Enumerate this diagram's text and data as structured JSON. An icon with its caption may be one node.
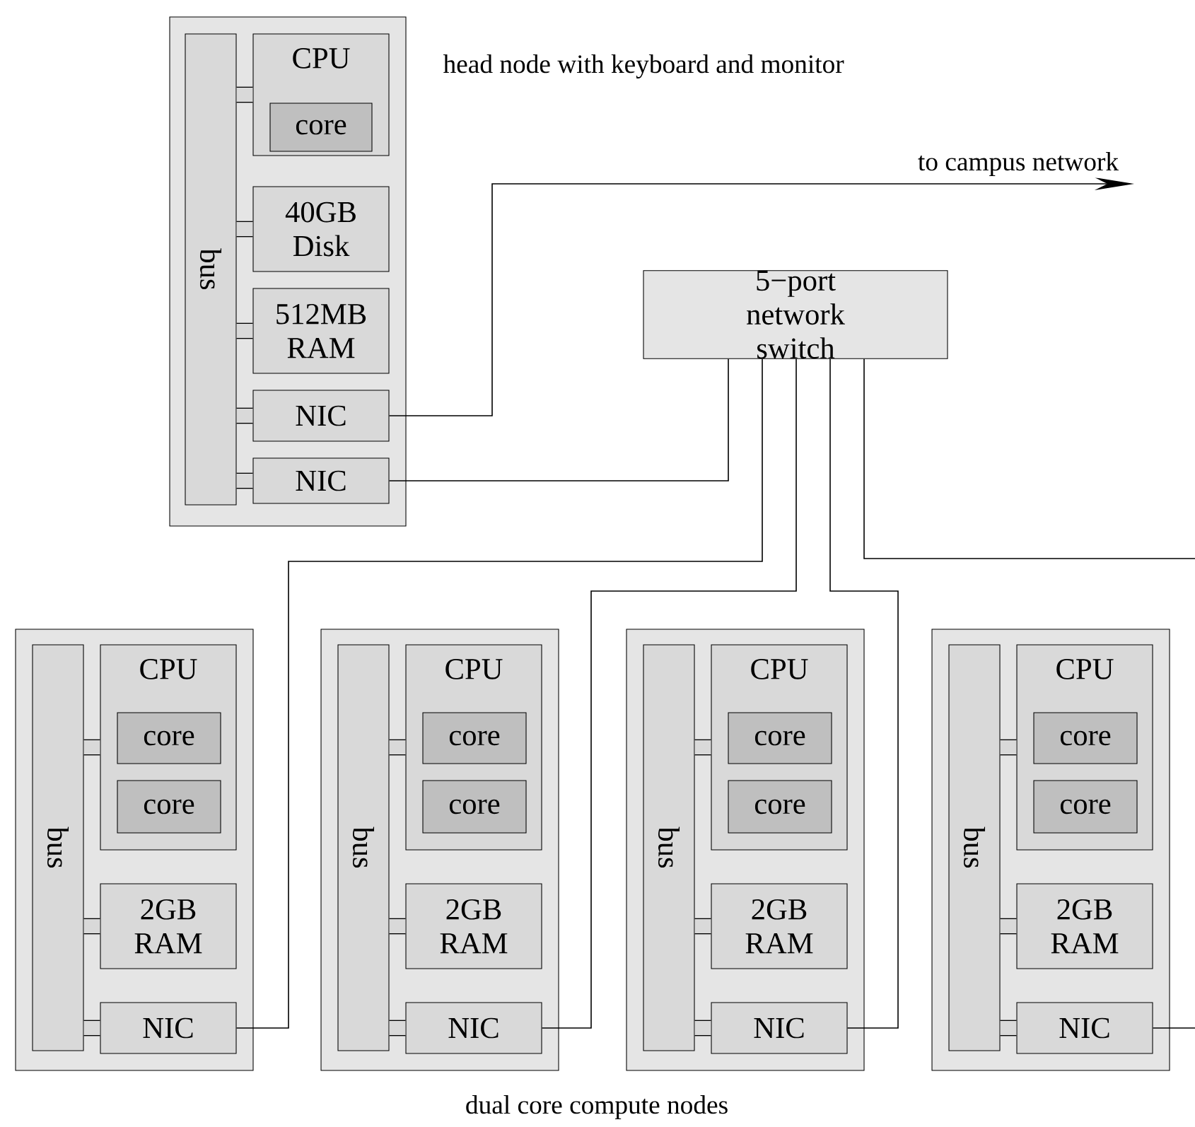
{
  "diagram": {
    "nodes": [
      {
        "text": [],
        "shape": "box",
        "beside": [
          "head node with keyboard and monitor"
        ]
      },
      {
        "text": [
          "bus"
        ],
        "in": 0
      },
      {
        "text": [
          "CPU"
        ],
        "in": 0
      },
      {
        "text": [
          "core"
        ],
        "in": 2
      },
      {
        "text": [
          "40GB Disk"
        ],
        "in": 0
      },
      {
        "text": [
          "512MB RAM"
        ],
        "in": 0
      },
      {
        "text": [
          "NIC"
        ],
        "in": 0
      },
      {
        "text": [
          "NIC"
        ],
        "in": 0
      },
      {
        "text": [
          "5−port network switch"
        ]
      },
      {
        "text": [],
        "shape": "box"
      },
      {
        "text": [
          "bus"
        ],
        "in": 9
      },
      {
        "text": [
          "CPU"
        ],
        "in": 9
      },
      {
        "text": [
          "core"
        ],
        "in": 11
      },
      {
        "text": [
          "core"
        ],
        "in": 11
      },
      {
        "text": [
          "2GB RAM"
        ],
        "in": 9
      },
      {
        "text": [
          "NIC"
        ],
        "in": 9
      },
      {
        "text": [],
        "shape": "box"
      },
      {
        "text": [
          "bus"
        ],
        "in": 16
      },
      {
        "text": [
          "CPU"
        ],
        "in": 16
      },
      {
        "text": [
          "core"
        ],
        "in": 18
      },
      {
        "text": [
          "core"
        ],
        "in": 18
      },
      {
        "text": [
          "2GB RAM"
        ],
        "in": 16
      },
      {
        "text": [
          "NIC"
        ],
        "in": 16
      },
      {
        "text": [],
        "shape": "box"
      },
      {
        "text": [
          "bus"
        ],
        "in": 23
      },
      {
        "text": [
          "CPU"
        ],
        "in": 23
      },
      {
        "text": [
          "core"
        ],
        "in": 25
      },
      {
        "text": [
          "core"
        ],
        "in": 25
      },
      {
        "text": [
          "2GB RAM"
        ],
        "in": 23
      },
      {
        "text": [
          "NIC"
        ],
        "in": 23
      },
      {
        "text": [],
        "shape": "box"
      },
      {
        "text": [
          "bus"
        ],
        "in": 30
      },
      {
        "text": [
          "CPU"
        ],
        "in": 30
      },
      {
        "text": [
          "core"
        ],
        "in": 32
      },
      {
        "text": [
          "core"
        ],
        "in": 32
      },
      {
        "text": [
          "2GB RAM"
        ],
        "in": 30
      },
      {
        "text": [
          "NIC"
        ],
        "in": 30
      }
    ],
    "edges": [
      {
        "from": 1,
        "to": 2,
        "arrow": "none"
      },
      {
        "from": 1,
        "to": 4,
        "arrow": "none"
      },
      {
        "from": 1,
        "to": 5,
        "arrow": "none"
      },
      {
        "from": 1,
        "to": 6,
        "arrow": "none"
      },
      {
        "from": 1,
        "to": 7,
        "arrow": "none"
      },
      {
        "from": 6,
        "to": null,
        "arrow": "to",
        "label": "to campus network"
      },
      {
        "from": 7,
        "to": 8,
        "arrow": "none"
      },
      {
        "from": 8,
        "to": 15,
        "arrow": "none"
      },
      {
        "from": 8,
        "to": 22,
        "arrow": "none"
      },
      {
        "from": 8,
        "to": 29,
        "arrow": "none"
      },
      {
        "from": 8,
        "to": null,
        "arrow": "none"
      },
      {
        "from": 36,
        "to": null,
        "arrow": "none"
      },
      {
        "from": 10,
        "to": 11,
        "arrow": "none"
      },
      {
        "from": 10,
        "to": 14,
        "arrow": "none"
      },
      {
        "from": 10,
        "to": 15,
        "arrow": "none"
      },
      {
        "from": 17,
        "to": 18,
        "arrow": "none"
      },
      {
        "from": 17,
        "to": 21,
        "arrow": "none"
      },
      {
        "from": 17,
        "to": 22,
        "arrow": "none"
      },
      {
        "from": 24,
        "to": 25,
        "arrow": "none"
      },
      {
        "from": 24,
        "to": 28,
        "arrow": "none"
      },
      {
        "from": 24,
        "to": 29,
        "arrow": "none"
      },
      {
        "from": 31,
        "to": 32,
        "arrow": "none"
      },
      {
        "from": 31,
        "to": 35,
        "arrow": "none"
      },
      {
        "from": 31,
        "to": 36,
        "arrow": "none"
      }
    ],
    "labels": [
      "dual core compute nodes"
    ]
  }
}
